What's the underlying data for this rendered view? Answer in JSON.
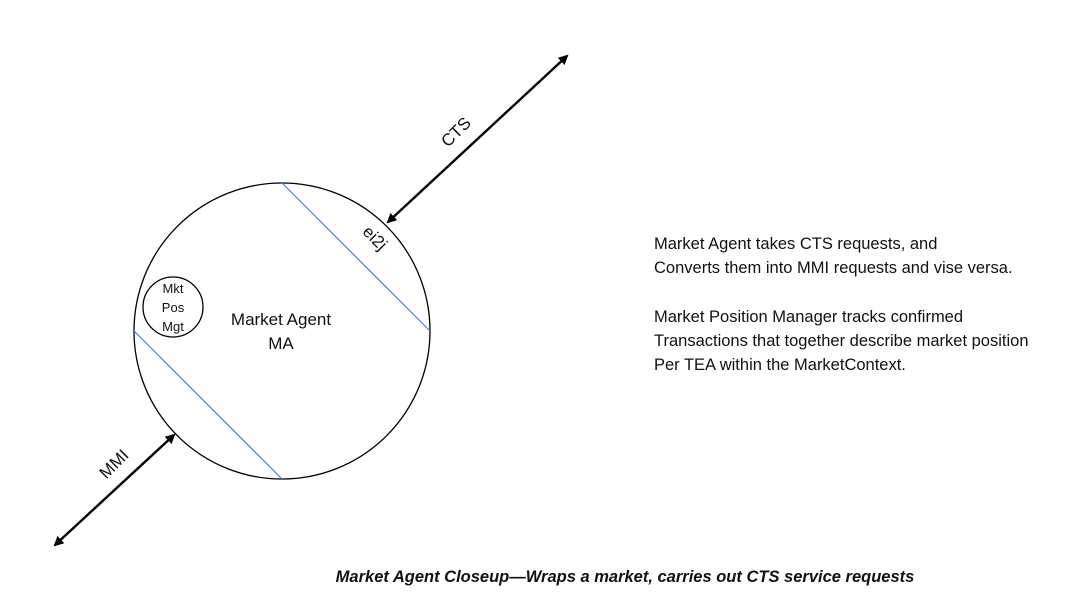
{
  "arrows": {
    "cts_label": "CTS",
    "mmi_label": "MMI"
  },
  "agent": {
    "name": "Market Agent",
    "abbr": "MA",
    "edge_label": "ei2j",
    "submodule": [
      "Mkt",
      "Pos",
      "Mgt"
    ]
  },
  "description": {
    "paragraph1": [
      "Market Agent takes CTS requests, and",
      "Converts them into MMI requests and vise versa."
    ],
    "paragraph2": [
      "Market Position Manager tracks confirmed",
      "Transactions that together describe market position",
      "Per TEA within the MarketContext."
    ]
  },
  "caption": "Market Agent Closeup—Wraps a market, carries out CTS service requests",
  "colors": {
    "outline": "#000000",
    "divider": "#4a7fd0",
    "text": "#111111"
  }
}
